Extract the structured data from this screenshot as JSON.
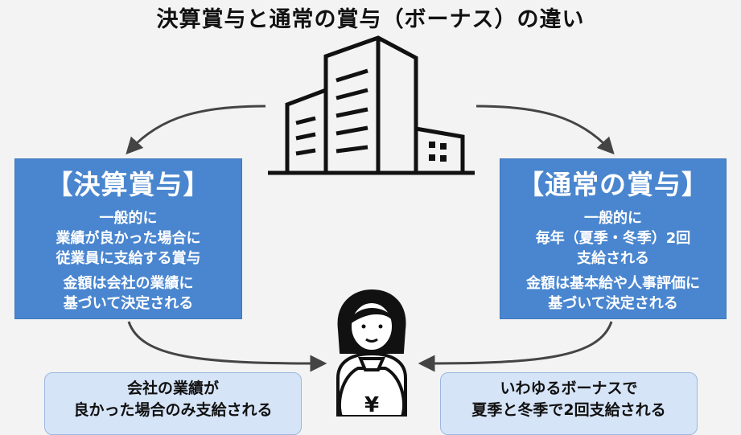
{
  "title": "決算賞与と通常の賞与（ボーナス）の違い",
  "left_box": {
    "heading": "【決算賞与】",
    "lines": [
      "一般的に",
      "業績が良かった場合に",
      "従業員に支給する賞与"
    ],
    "lines2": [
      "金額は会社の業績に",
      "基づいて決定される"
    ]
  },
  "right_box": {
    "heading": "【通常の賞与】",
    "lines": [
      "一般的に",
      "毎年（夏季・冬季）2回",
      "支給される"
    ],
    "lines2": [
      "金額は基本給や人事評価に",
      "基づいて決定される"
    ]
  },
  "left_note": {
    "lines": [
      "会社の業績が",
      "良かった場合のみ支給される"
    ]
  },
  "right_note": {
    "lines": [
      "いわゆるボーナスで",
      "夏季と冬季で2回支給される"
    ]
  },
  "colors": {
    "box_blue": "#4a86cf",
    "note_bg": "#d6e4f7",
    "line": "#444444"
  },
  "icons": [
    "building-icon",
    "person-icon",
    "yen-bag-icon",
    "arrow-icon"
  ],
  "bag_symbol": "¥"
}
